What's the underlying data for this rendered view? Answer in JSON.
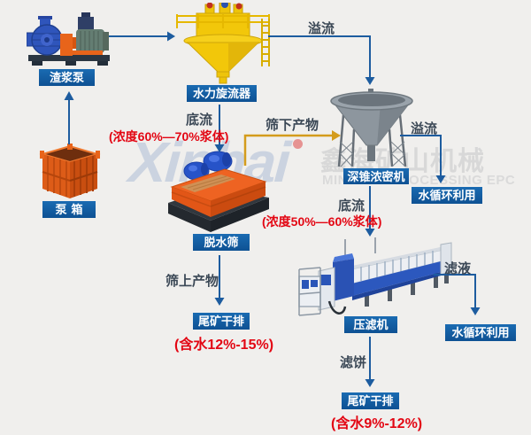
{
  "watermark": {
    "logo": "Xinhai",
    "brand_cn": "鑫海矿山机械",
    "brand_en": "MINERAL PROCESSING EPC"
  },
  "equipment": {
    "slurry_pump": "渣浆泵",
    "pump_box": "泵箱",
    "hydrocyclone": "水力旋流器",
    "dewatering_screen": "脱水筛",
    "deep_cone_thickener": "深锥浓密机",
    "filter_press": "压滤机"
  },
  "outputs": {
    "water_recycle_right": "水循环利用",
    "water_recycle_bottom": "水循环利用",
    "tailings_dry_left": "尾矿干排",
    "tailings_dry_bottom": "尾矿干排"
  },
  "streams": {
    "overflow_top": "溢流",
    "cyclone_underflow": "底流",
    "cyclone_underflow_note": "(浓度60%—70%浆体)",
    "screen_undersize": "筛下产物",
    "thickener_overflow": "溢流",
    "thickener_underflow": "底流",
    "thickener_underflow_note": "(浓度50%—60%浆体)",
    "screen_oversize": "筛上产物",
    "tailings_left_note": "(含水12%-15%)",
    "filtrate": "滤液",
    "filter_cake": "滤饼",
    "tailings_bottom_note": "(含水9%-12%)"
  },
  "colors": {
    "background": "#f0efed",
    "node_label_bg": "#1561a9",
    "node_label_text": "#ffffff",
    "flow_line_blue": "#1d5c9f",
    "flow_line_yellow": "#d49c1c",
    "stream_text": "#3b4856",
    "note_red": "#e30613"
  }
}
